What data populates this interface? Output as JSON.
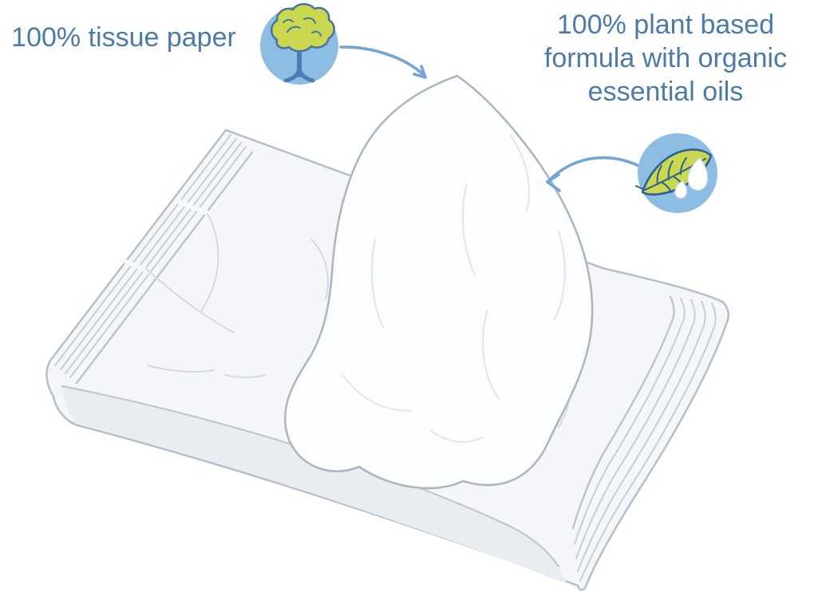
{
  "title": "Wet wipes pack illustration with feature callouts",
  "labels": {
    "tissue_paper": "100% tissue paper",
    "formula_lines": [
      "100% plant based",
      "formula with organic",
      "essential oils"
    ]
  },
  "colors": {
    "label_text": "#4d7ba8",
    "icon_circle": "#8ebde3",
    "foliage_green": "#c9d84e",
    "leaf_outline": "#2e5f96",
    "tree_trunk": "#4a7db1",
    "arrow": "#71a5d7",
    "package_outline": "#b8c1c9",
    "package_fill": "#f4f6f9",
    "wipe_fill": "#fcfdfe"
  },
  "icons": {
    "tree": "tree-icon",
    "leaf": "leaf-with-water-drops-icon"
  }
}
